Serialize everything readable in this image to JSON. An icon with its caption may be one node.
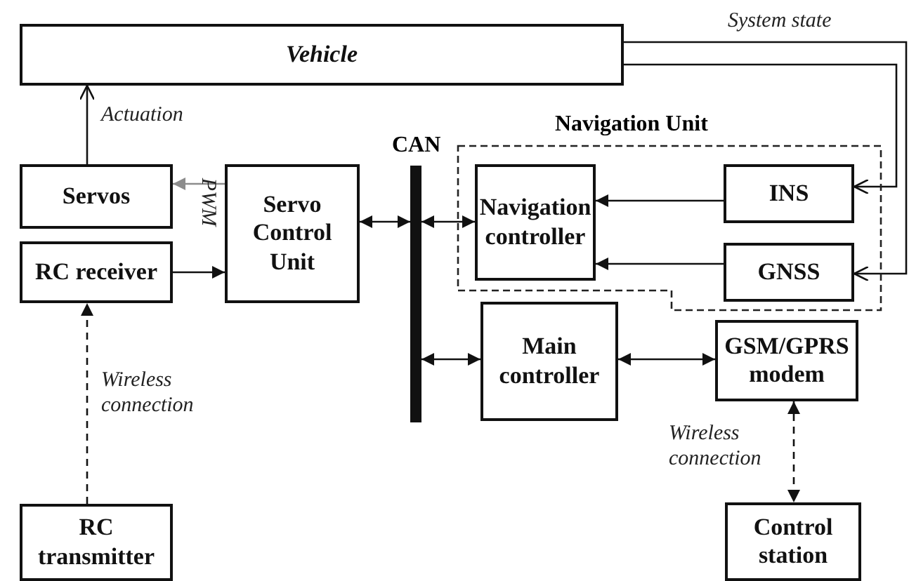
{
  "diagram": {
    "nodes": [
      {
        "text": [
          "Vehicle"
        ]
      },
      {
        "text": [
          "Navigation Unit"
        ]
      },
      {
        "text": [
          "Servos"
        ]
      },
      {
        "text": [
          "RC receiver"
        ]
      },
      {
        "text": [
          "Servo Control Unit"
        ]
      },
      {
        "text": [
          "CAN"
        ]
      },
      {
        "text": [
          "Navigation controller"
        ],
        "in": 1
      },
      {
        "text": [
          "INS"
        ],
        "in": 1
      },
      {
        "text": [
          "GNSS"
        ],
        "in": 1
      },
      {
        "text": [
          "Main controller"
        ]
      },
      {
        "text": [
          "GSM/GPRS modem"
        ]
      },
      {
        "text": [
          "RC transmitter"
        ]
      },
      {
        "text": [
          "Control station"
        ]
      }
    ],
    "edges": [
      {
        "from": 2,
        "to": 0,
        "arrow": "to",
        "label": "Actuation"
      },
      {
        "from": 0,
        "to": 7,
        "arrow": "to"
      },
      {
        "from": 0,
        "to": 8,
        "arrow": "to",
        "label": "System state"
      },
      {
        "from": 4,
        "to": 2,
        "arrow": "to",
        "color": "#8c8c8c"
      },
      {
        "from": 3,
        "to": 4,
        "arrow": "to"
      },
      {
        "from": 4,
        "to": 5,
        "arrow": "both"
      },
      {
        "from": 5,
        "to": 6,
        "arrow": "both"
      },
      {
        "from": 7,
        "to": 6,
        "arrow": "to"
      },
      {
        "from": 8,
        "to": 6,
        "arrow": "to"
      },
      {
        "from": 5,
        "to": 9,
        "arrow": "both"
      },
      {
        "from": 9,
        "to": 10,
        "arrow": "both"
      },
      {
        "from": 11,
        "to": 3,
        "arrow": "to",
        "style": "dashed",
        "label": "Wireless connection"
      },
      {
        "from": 10,
        "to": 12,
        "arrow": "both",
        "style": "dashed",
        "label": "Wireless connection"
      }
    ],
    "labels": [
      "PWM"
    ]
  }
}
